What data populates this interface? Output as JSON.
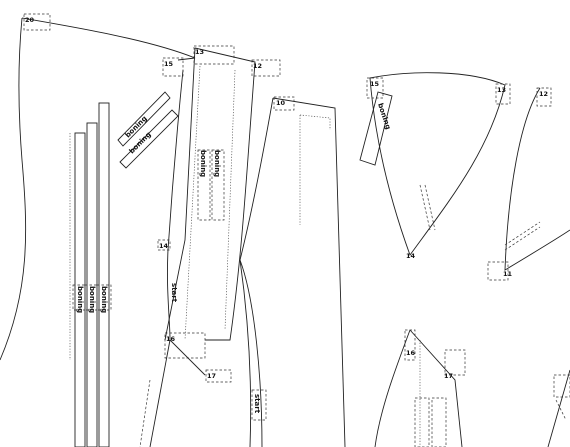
{
  "markers": {
    "m20": "20",
    "m15a": "15",
    "m13": "13",
    "m12a": "12",
    "m10": "10",
    "m14a": "14",
    "m16": "16",
    "m17": "17",
    "m15b": "15",
    "m13b": "13",
    "m12b": "12",
    "m14b": "14",
    "m11": "11",
    "m16b": "16",
    "m17b": "17"
  },
  "labels": {
    "boning": "boning",
    "start": "start"
  }
}
